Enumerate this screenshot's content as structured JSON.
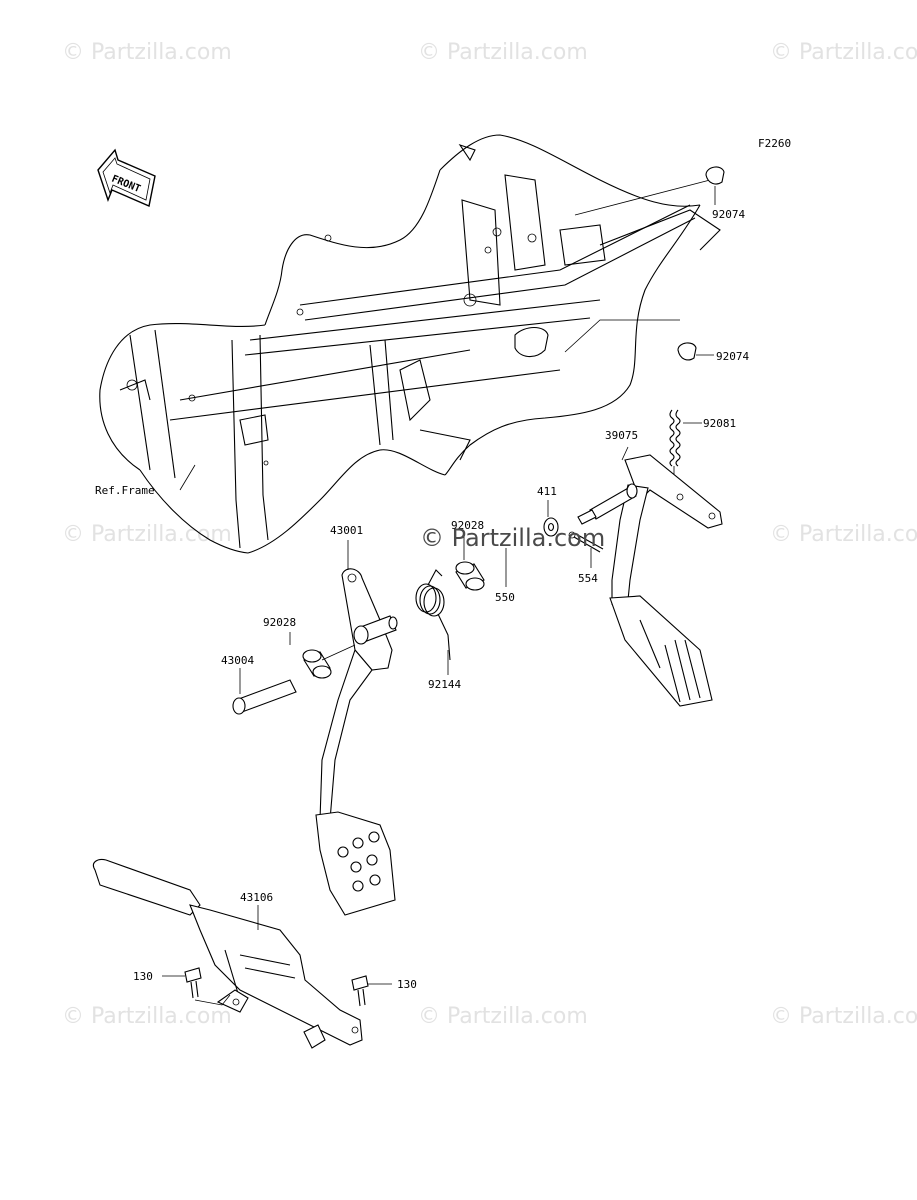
{
  "figure_code": "F2260",
  "front_arrow_label": "FRONT",
  "watermark": "© Partzilla.com",
  "watermark_center": "© Partzilla.com",
  "callouts": {
    "ref_frame": "Ref.Frame",
    "p92074_top": "92074",
    "p92074_mid": "92074",
    "p92081": "92081",
    "p39075": "39075",
    "p411": "411",
    "p554": "554",
    "p550": "550",
    "p92028_upper": "92028",
    "p43001": "43001",
    "p92028_left": "92028",
    "p43004": "43004",
    "p92144": "92144",
    "p43106": "43106",
    "p130_left": "130",
    "p130_right": "130"
  }
}
